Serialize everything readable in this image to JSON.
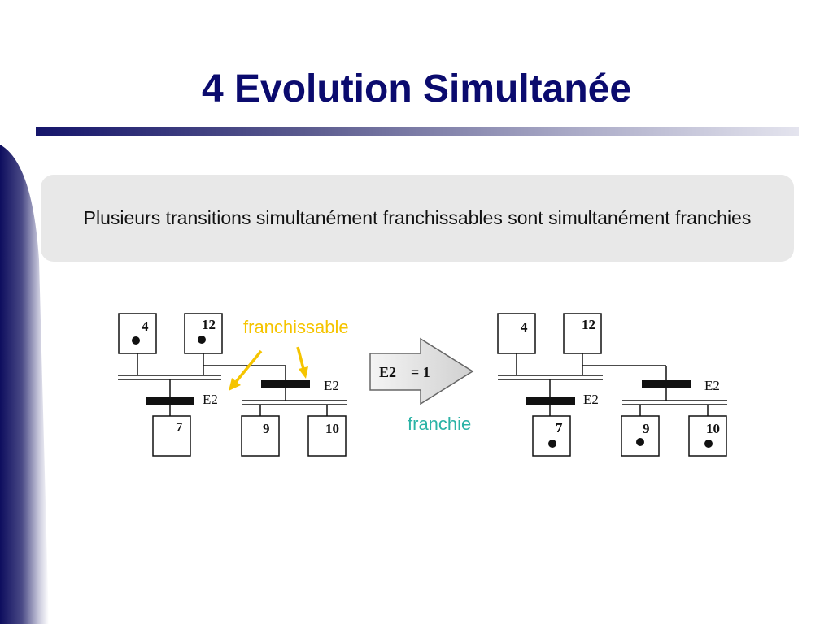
{
  "slide": {
    "title": "4 Evolution Simultanée",
    "description": "Plusieurs transitions simultanément franchissables sont simultanément franchies"
  },
  "diagram": {
    "before": {
      "steps": [
        {
          "label": "4",
          "token": true
        },
        {
          "label": "12",
          "token": true
        },
        {
          "label": "7",
          "token": false
        },
        {
          "label": "9",
          "token": false
        },
        {
          "label": "10",
          "token": false
        }
      ],
      "transitions": [
        {
          "receptivity": "E2"
        },
        {
          "receptivity": "E2"
        }
      ],
      "annotation": "franchissable"
    },
    "arrow": {
      "condition_var": "E2",
      "condition_value": "= 1",
      "label": "franchie"
    },
    "after": {
      "steps": [
        {
          "label": "4",
          "token": false
        },
        {
          "label": "12",
          "token": false
        },
        {
          "label": "7",
          "token": true
        },
        {
          "label": "9",
          "token": true
        },
        {
          "label": "10",
          "token": true
        }
      ],
      "transitions": [
        {
          "receptivity": "E2"
        },
        {
          "receptivity": "E2"
        }
      ]
    },
    "colors": {
      "annotation": "#f5c400",
      "franchie": "#2bb3a6",
      "title": "#0b0b6e"
    }
  }
}
